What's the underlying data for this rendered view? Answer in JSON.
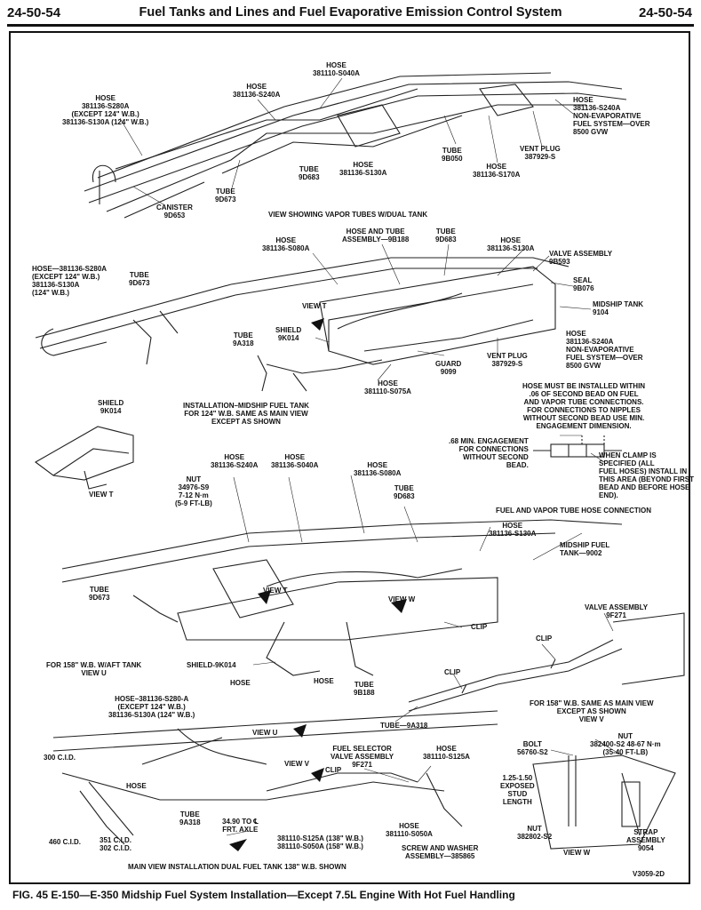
{
  "header": {
    "page_left": "24-50-54",
    "page_right": "24-50-54",
    "title": "Fuel Tanks and Lines and Fuel Evaporative Emission Control System"
  },
  "figure_caption": "FIG. 45 E-150—E-350 Midship Fuel System Installation—Except 7.5L Engine With Hot Fuel Handling",
  "figure_code": "V3059-2D",
  "view_titles": {
    "vapor": "VIEW SHOWING VAPOR TUBES W/DUAL TANK",
    "midship": "INSTALLATION–MIDSHIP FUEL TANK\nFOR 124\" W.B. SAME AS MAIN VIEW\nEXCEPT AS SHOWN",
    "view_t": "VIEW T",
    "hose_conn": "FUEL AND VAPOR TUBE HOSE CONNECTION",
    "aft": "FOR 158\" W.B. W/AFT TANK\nVIEW U",
    "view_v": "FOR 158\" W.B. SAME AS MAIN VIEW\nEXCEPT AS SHOWN\nVIEW V",
    "main": "MAIN VIEW INSTALLATION DUAL FUEL TANK 138\" W.B. SHOWN",
    "view_w": "VIEW W"
  },
  "callouts": {
    "s1_hose_top": "HOSE\n381110-S040A",
    "s1_hose_s240": "HOSE\n381136-S240A",
    "s1_hose_left": "HOSE\n381136-S280A\n(EXCEPT 124\" W.B.)\n381136-S130A (124\" W.B.)",
    "s1_hose_right": "HOSE\n381136-S240A\nNON-EVAPORATIVE\nFUEL SYSTEM—OVER\n8500 GVW",
    "s1_vent": "VENT PLUG\n387929-S",
    "s1_tube_9b050": "TUBE\n9B050",
    "s1_hose_s170": "HOSE\n381136-S170A",
    "s1_tube_9d683": "TUBE\n9D683",
    "s1_hose_s130": "HOSE\n381136-S130A",
    "s1_tube_9d673": "TUBE\n9D673",
    "s1_canister": "CANISTER\n9D653",
    "s2_hose_s080": "HOSE\n381136-S080A",
    "s2_hose_tube": "HOSE AND TUBE\nASSEMBLY—9B188",
    "s2_tube_9d683": "TUBE\n9D683",
    "s2_hose_s130": "HOSE\n381136-S130A",
    "s2_valve": "VALVE ASSEMBLY\n9B593",
    "s2_seal": "SEAL\n9B076",
    "s2_tank": "MIDSHIP TANK\n9104",
    "s2_hose_left": "HOSE—381136-S280A\n(EXCEPT 124\" W.B.)\n381136-S130A\n(124\" W.B.)",
    "s2_tube_9d673": "TUBE\n9D673",
    "s2_view_t": "VIEW T",
    "s2_shield": "SHIELD\n9K014",
    "s2_tube_9a318": "TUBE\n9A318",
    "s2_hose_right": "HOSE\n381136-S240A\nNON-EVAPORATIVE\nFUEL SYSTEM—OVER\n8500 GVW",
    "s2_vent": "VENT PLUG\n387929-S",
    "s2_guard": "GUARD\n9099",
    "s2_hose_s075": "HOSE\n381110-S075A",
    "vt_shield": "SHIELD\n9K014",
    "hc_note": "HOSE MUST BE INSTALLED WITHIN\n.06 OF SECOND BEAD ON FUEL\nAND VAPOR TUBE CONNECTIONS.\nFOR CONNECTIONS TO NIPPLES\nWITHOUT SECOND BEAD USE MIN.\nENGAGEMENT DIMENSION.",
    "hc_min": ".68 MIN. ENGAGEMENT\nFOR CONNECTIONS\nWITHOUT SECOND\nBEAD.",
    "hc_clamp": "WHEN CLAMP IS\nSPECIFIED (ALL\nFUEL HOSES) INSTALL IN\nTHIS AREA (BEYOND FIRST\nBEAD AND BEFORE HOSE\nEND).",
    "s3_hose_s240": "HOSE\n381136-S240A",
    "s3_hose_s040": "HOSE\n381136-S040A",
    "s3_hose_s080": "HOSE\n381136-S080A",
    "s3_nut": "NUT\n34976-S9\n7-12 N·m\n(5-9 FT-LB)",
    "s3_tube_9d683": "TUBE\n9D683",
    "s3_hose_s130": "HOSE\n381136-S130A",
    "s3_tank": "MIDSHIP FUEL\nTANK—9002",
    "s3_tube_9d673": "TUBE\n9D673",
    "s3_view_t": "VIEW T",
    "s3_view_w": "VIEW W",
    "s3_clip": "CLIP",
    "s3_shield": "SHIELD-9K014",
    "s3_hose_a": "HOSE",
    "s3_hose_b": "HOSE",
    "s3_tube_9b188": "TUBE\n9B188",
    "vv_valve": "VALVE ASSEMBLY\n9F271",
    "vv_clip_a": "CLIP",
    "vv_clip_b": "CLIP",
    "vv_tube": "TUBE—9A318",
    "mv_hose_left": "HOSE–381136-S280-A\n(EXCEPT 124\" W.B.)\n381136-S130A (124\" W.B.)",
    "mv_view_u": "VIEW U",
    "mv_300": "300 C.I.D.",
    "mv_hose": "HOSE",
    "mv_view_v": "VIEW V",
    "mv_clip": "CLIP",
    "mv_selector": "FUEL SELECTOR\nVALVE ASSEMBLY\n9F271",
    "mv_hose_s125": "HOSE\n381110-S125A",
    "mv_tube_9a318": "TUBE\n9A318",
    "mv_460": "460 C.I.D.",
    "mv_351": "351 C.I.D.\n302 C.I.D.",
    "mv_axle": "34.90 TO ℄\nFRT. AXLE",
    "mv_hose_bottom": "381110-S125A (138\" W.B.)\n381110-S050A (158\" W.B.)",
    "mv_hose_s050": "HOSE\n381110-S050A",
    "mv_screw": "SCREW AND WASHER\nASSEMBLY—385865",
    "vw_bolt": "BOLT\n56760-S2",
    "vw_nut_top": "NUT\n382400-S2 48-67 N·m\n(35-40 FT-LB)",
    "vw_exposed": "1.25-1.50\nEXPOSED\nSTUD\nLENGTH",
    "vw_nut_bottom": "NUT\n382802-S2",
    "vw_strap": "STRAP\nASSEMBLY\n9054"
  }
}
